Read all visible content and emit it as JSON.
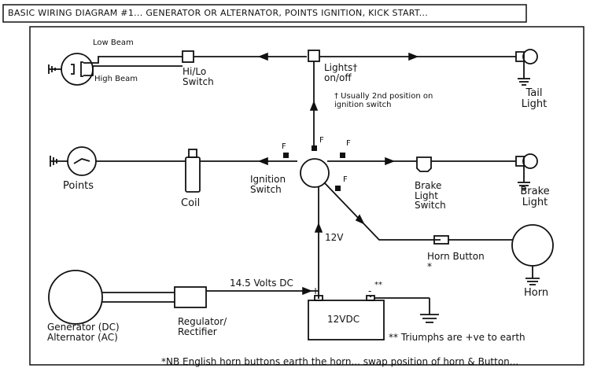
{
  "title": "BASIC WIRING DIAGRAM #1... GENERATOR OR ALTERNATOR, POINTS IGNITION, KICK START...",
  "labels": {
    "low_beam": "Low Beam",
    "high_beam": "High Beam",
    "hilo_switch": "Hi/Lo Switch",
    "lights_onoff": "Lights† on/off",
    "lights_note": "† Usually 2nd position on ignition switch",
    "tail_light": "Tail Light",
    "points": "Points",
    "coil": "Coil",
    "ignition_switch": "Ignition Switch",
    "brake_light_switch": "Brake Light Switch",
    "brake_light": "Brake Light",
    "horn_button": "Horn Button *",
    "horn": "Horn",
    "v12": "12V",
    "volts_dc": "14.5 Volts DC",
    "battery": "12VDC",
    "generator": "Generator (DC) Alternator (AC)",
    "regulator": "Regulator/ Rectifier",
    "triumph_note": "** Triumphs are +ve to earth",
    "nb_note": "*NB English horn buttons earth the horn... swap position of horn & Button...",
    "fuse": "F",
    "battery_plus": "+",
    "battery_minus": "-",
    "battery_marks": "**"
  }
}
